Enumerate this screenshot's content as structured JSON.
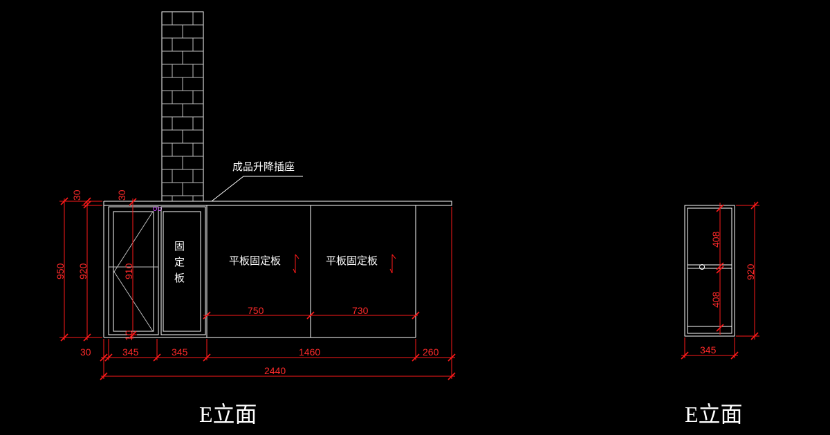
{
  "colors": {
    "background": "#000000",
    "line": "#ffffff",
    "dimension": "#ff1a1a",
    "handle": "#cc44ff"
  },
  "callout": {
    "socket_label": "成品升降插座"
  },
  "panels": {
    "fixed_panel_vertical": [
      "固",
      "定",
      "板"
    ],
    "flat_panel_1": "平板固定板",
    "flat_panel_2": "平板固定板"
  },
  "dims_main": {
    "height_950": "950",
    "height_920": "920",
    "top_30_left": "30",
    "top_30_door": "30",
    "door_910": "910",
    "door_10": "10",
    "inner_750": "750",
    "inner_730": "730",
    "bottom_30": "30",
    "bottom_345_a": "345",
    "bottom_345_b": "345",
    "bottom_1460": "1460",
    "bottom_260": "260",
    "total_2440": "2440"
  },
  "dims_side": {
    "upper_408": "408",
    "lower_408": "408",
    "height_920": "920",
    "width_345": "345"
  },
  "titles": {
    "main": "E立面",
    "side": "E立面"
  }
}
